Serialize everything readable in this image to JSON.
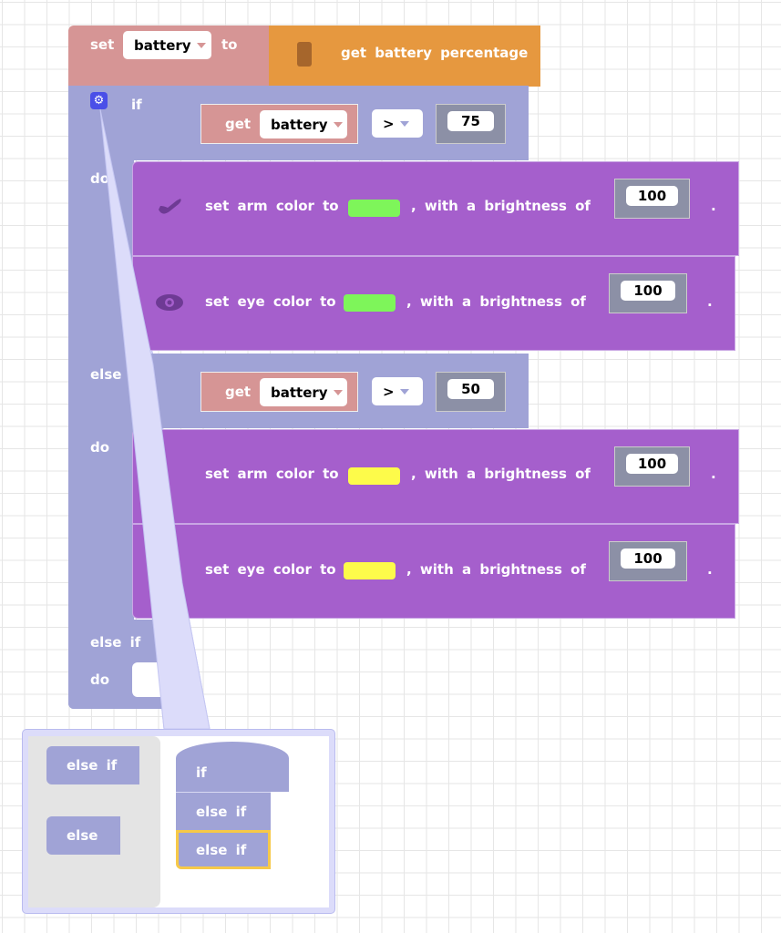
{
  "set_block": {
    "set": "set",
    "var": "battery",
    "to": "to"
  },
  "battery_block": {
    "label": "get battery percentage",
    "icon": "battery-icon"
  },
  "if_block": {
    "if": "if",
    "do": "do",
    "else_if": "else if",
    "gear_icon": "gear-icon"
  },
  "cond1": {
    "get": "get",
    "var": "battery",
    "op": ">",
    "value": "75"
  },
  "cond2": {
    "get": "get",
    "var": "battery",
    "op": ">",
    "value": "50"
  },
  "actions": [
    {
      "icon": "arm-icon",
      "label": "set arm color to",
      "with": ", with a brightness of",
      "brightness": "100",
      "end": ".",
      "color": "#7ef55a"
    },
    {
      "icon": "eye-icon",
      "label": "set eye color to",
      "with": ", with a brightness of",
      "brightness": "100",
      "end": ".",
      "color": "#7ef55a"
    },
    {
      "icon": "arm-icon",
      "label": "set arm color to",
      "with": ", with a brightness of",
      "brightness": "100",
      "end": ".",
      "color": "#fdfb4a"
    },
    {
      "icon": "eye-icon",
      "label": "set eye color to",
      "with": ", with a brightness of",
      "brightness": "100",
      "end": ".",
      "color": "#fdfb4a"
    }
  ],
  "mutator": {
    "flyout": [
      "else if",
      "else"
    ],
    "workspace": [
      "if",
      "else if",
      "else if"
    ]
  }
}
